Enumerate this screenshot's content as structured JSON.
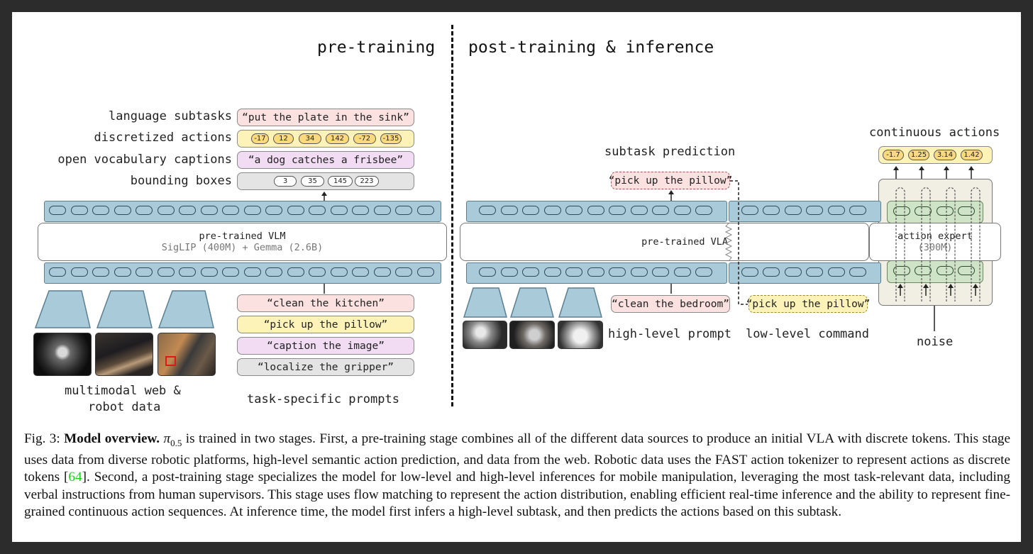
{
  "pretraining": {
    "title": "pre-training",
    "labels": [
      "language subtasks",
      "discretized actions",
      "open vocabulary captions",
      "bounding boxes"
    ],
    "subtask_text": "“put the plate in the sink”",
    "action_tokens": [
      "-17",
      "12",
      "34",
      "142",
      "-72",
      "-135"
    ],
    "caption_text": "“a dog catches a frisbee”",
    "bbox_tokens": [
      "3",
      "35",
      "145",
      "223"
    ],
    "vlm_title": "pre-trained VLM",
    "vlm_subtitle": "SigLIP (400M) + Gemma (2.6B)",
    "prompts": [
      "“clean the kitchen”",
      "“pick up the pillow”",
      "“caption the image”",
      "“localize the gripper”"
    ],
    "data_label_1": "multimodal web &",
    "data_label_2": "robot data",
    "prompts_label": "task-specific prompts"
  },
  "posttraining": {
    "title": "post-training & inference",
    "subtask_label": "subtask prediction",
    "subtask_text": "“pick up the pillow”",
    "vla_title": "pre-trained VLA",
    "highlevel_text": "“clean the bedroom”",
    "lowlevel_text": "“pick up the pillow”",
    "highlevel_label": "high-level prompt",
    "lowlevel_label": "low-level command",
    "continuous_label": "continuous actions",
    "continuous_tokens": [
      "-1.7",
      "1.25",
      "3.14",
      "1.42"
    ],
    "expert_title": "action expert",
    "expert_subtitle": "(300M)",
    "noise_label": "noise"
  },
  "colors": {
    "token_blue": "#a9cbd9",
    "expert_green": "#cfe3c7",
    "pink": "#fbe1df",
    "yellow": "#fdf3b8",
    "lavender": "#f1dcf3",
    "grey": "#e4e4e4",
    "ref_green": "#22cc22"
  },
  "caption": {
    "prefix": "Fig. 3: ",
    "bold": "Model overview.",
    "symbol": "π",
    "symbol_sub": "0.5",
    "text1": " is trained in two stages. First, a pre-training stage combines all of the different data sources to produce an initial VLA with discrete tokens. This stage uses data from diverse robotic platforms, high-level semantic action prediction, and data from the web. Robotic data uses the FAST action tokenizer to represent actions as discrete tokens [",
    "ref": "64",
    "text2": "]. Second, a post-training stage specializes the model for low-level and high-level inferences for mobile manipulation, leveraging the most task-relevant data, including verbal instructions from human supervisors. This stage uses flow matching to represent the action distribution, enabling efficient real-time inference and the ability to represent fine-grained continuous action sequences. At inference time, the model first infers a high-level subtask, and then predicts the actions based on this subtask."
  }
}
